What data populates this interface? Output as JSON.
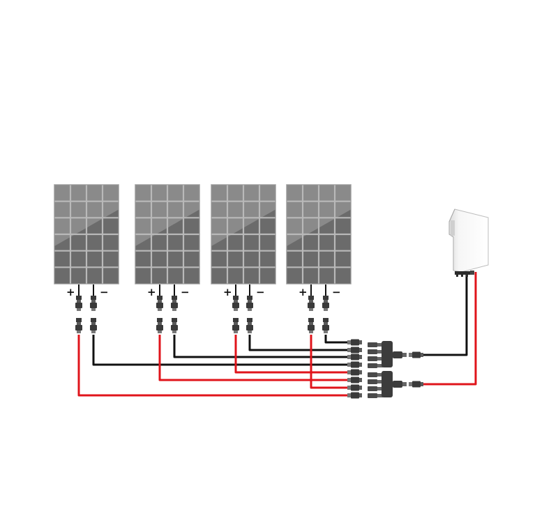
{
  "panels": [
    {
      "id": "panel-1",
      "plus": "+",
      "minus": "−"
    },
    {
      "id": "panel-2",
      "plus": "+",
      "minus": "−"
    },
    {
      "id": "panel-3",
      "plus": "+",
      "minus": "−"
    },
    {
      "id": "panel-4",
      "plus": "+",
      "minus": "−"
    }
  ],
  "colors": {
    "positive_wire": "#e0141b",
    "negative_wire": "#111111",
    "panel_cell": "#8a8a8a",
    "panel_cell_dark": "#6b6b6b",
    "panel_grid": "#b9b9b9",
    "inverter_body": "#f4f4f4",
    "connector": "#3a3a3a"
  },
  "icons": {
    "panel": "solar-panel-icon",
    "connector": "mc4-connector-icon",
    "branch": "y-branch-connector-icon",
    "inverter": "inverter-icon"
  }
}
